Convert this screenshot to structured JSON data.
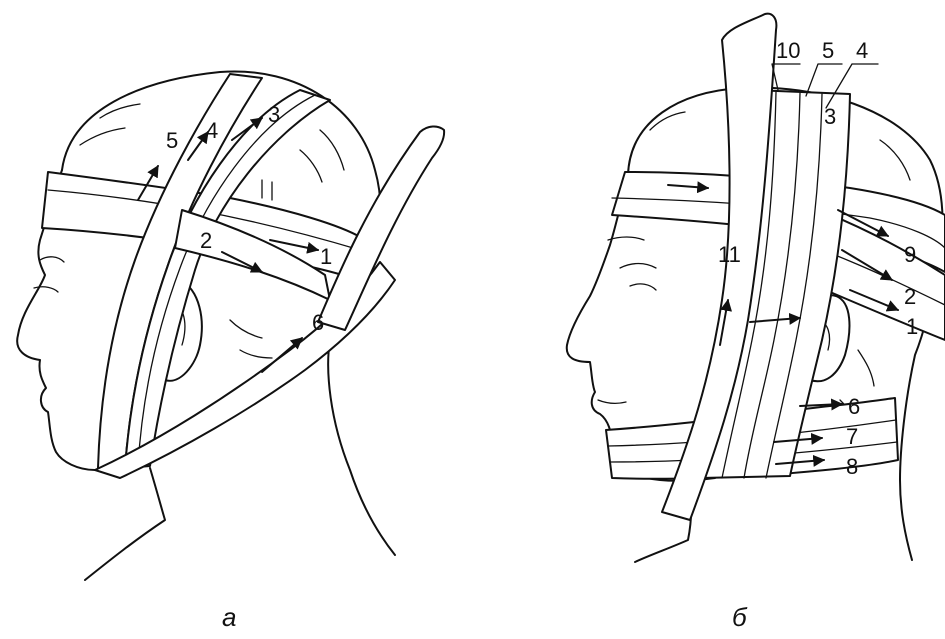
{
  "panels": [
    {
      "caption": "а",
      "labels": [
        "1",
        "2",
        "3",
        "4",
        "5",
        "6"
      ]
    },
    {
      "caption": "б",
      "labels": [
        "1",
        "2",
        "3",
        "4",
        "5",
        "6",
        "7",
        "8",
        "9",
        "10",
        "11"
      ]
    }
  ],
  "icons": {
    "arrow": "arrow-icon"
  }
}
